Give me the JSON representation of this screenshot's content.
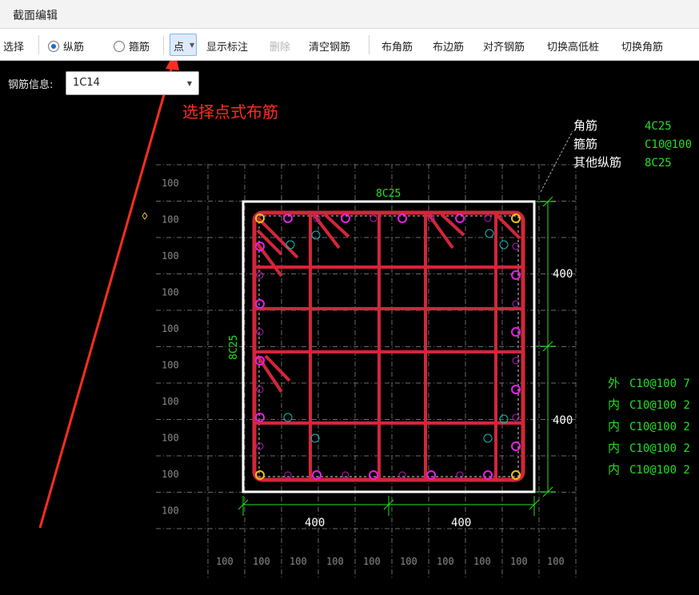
{
  "window": {
    "title": "截面编辑"
  },
  "toolbar": {
    "select": "选择",
    "longitudinal": "纵筋",
    "stirrup": "箍筋",
    "point_mode": "点",
    "show_labels": "显示标注",
    "delete": "删除",
    "clear_rebar": "清空钢筋",
    "corner_rebar": "布角筋",
    "edge_rebar": "布边筋",
    "align_rebar": "对齐钢筋",
    "switch_pile": "切换高低桩",
    "switch_corner": "切换角筋"
  },
  "rebar_info": {
    "label": "钢筋信息:",
    "value": "1C14"
  },
  "annotation": "选择点式布筋",
  "drawing": {
    "legend": [
      {
        "name": "角筋",
        "value": "4C25"
      },
      {
        "name": "箍筋",
        "value": "C10@100"
      },
      {
        "name": "其他纵筋",
        "value": "8C25"
      }
    ],
    "top_label": "8C25",
    "left_label": "8C25",
    "dim_right": [
      "400",
      "400"
    ],
    "dim_bottom": [
      "400",
      "400"
    ],
    "grid_left_labels": [
      "100",
      "100",
      "100",
      "100",
      "100",
      "100",
      "100",
      "100",
      "100",
      "100"
    ],
    "grid_bottom_labels": [
      "100",
      "100",
      "100",
      "100",
      "100",
      "100",
      "100",
      "100",
      "100",
      "100"
    ],
    "stirrup_list": [
      {
        "prefix": "外",
        "spec": "C10@100 7"
      },
      {
        "prefix": "内",
        "spec": "C10@100 2"
      },
      {
        "prefix": "内",
        "spec": "C10@100 2"
      },
      {
        "prefix": "内",
        "spec": "C10@100 2"
      },
      {
        "prefix": "内",
        "spec": "C10@100 2"
      }
    ],
    "colors": {
      "section_outline": "#ffffff",
      "stirrup": "#d3263a",
      "rebar": "#e81ee8",
      "corner_rebar": "#e6c21a",
      "dimension": "#22e022",
      "text": "#ffffff",
      "grid": "#6a6a6a",
      "annotation": "#ff2d20"
    }
  }
}
